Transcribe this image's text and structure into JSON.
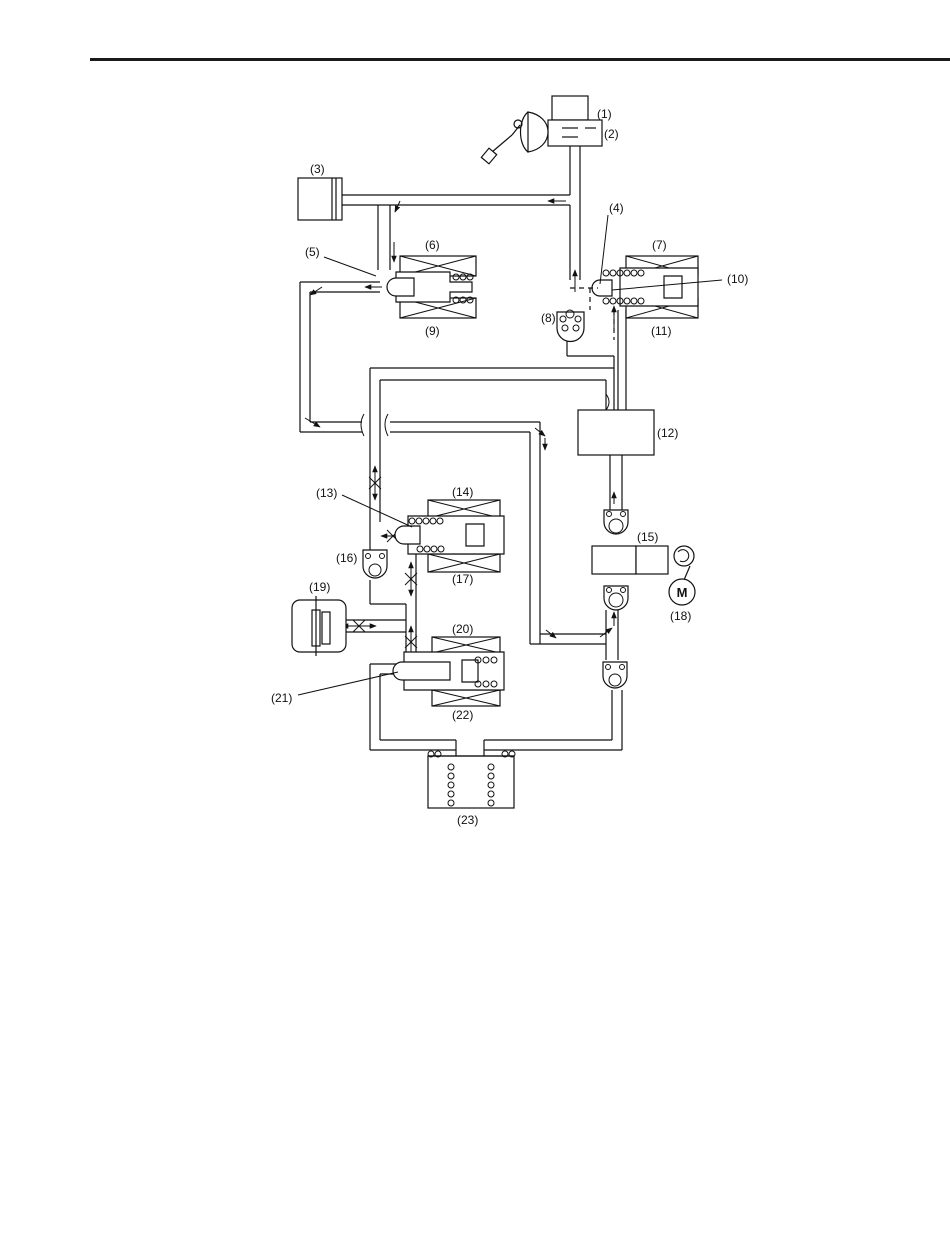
{
  "callouts": [
    {
      "id": "1",
      "text": "(1)"
    },
    {
      "id": "2",
      "text": "(2)"
    },
    {
      "id": "3",
      "text": "(3)"
    },
    {
      "id": "4",
      "text": "(4)"
    },
    {
      "id": "5",
      "text": "(5)"
    },
    {
      "id": "6",
      "text": "(6)"
    },
    {
      "id": "7",
      "text": "(7)"
    },
    {
      "id": "8",
      "text": "(8)"
    },
    {
      "id": "9",
      "text": "(9)"
    },
    {
      "id": "10",
      "text": "(10)"
    },
    {
      "id": "11",
      "text": "(11)"
    },
    {
      "id": "12",
      "text": "(12)"
    },
    {
      "id": "13",
      "text": "(13)"
    },
    {
      "id": "14",
      "text": "(14)"
    },
    {
      "id": "15",
      "text": "(15)"
    },
    {
      "id": "16",
      "text": "(16)"
    },
    {
      "id": "17",
      "text": "(17)"
    },
    {
      "id": "18",
      "text": "(18)"
    },
    {
      "id": "19",
      "text": "(19)"
    },
    {
      "id": "20",
      "text": "(20)"
    },
    {
      "id": "21",
      "text": "(21)"
    },
    {
      "id": "22",
      "text": "(22)"
    },
    {
      "id": "23",
      "text": "(23)"
    }
  ],
  "motor_symbol": "M"
}
